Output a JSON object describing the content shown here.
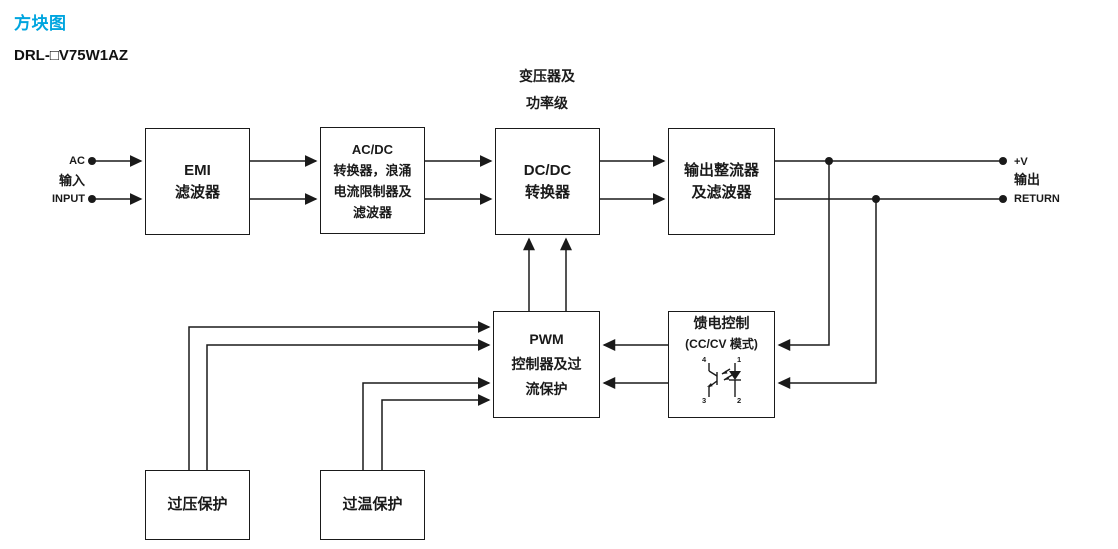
{
  "header": {
    "section_title": "方块图",
    "model": "DRL-□V75W1AZ"
  },
  "colors": {
    "accent": "#00A5DF",
    "ink": "#1A1A1A"
  },
  "labels": {
    "transformer_note": [
      "变压器及",
      "功率级"
    ],
    "input": {
      "top": "AC",
      "mid": "输入",
      "bottom": "INPUT"
    },
    "output": {
      "top": "+V",
      "mid": "输出",
      "bottom": "RETURN"
    }
  },
  "blocks": {
    "emi": [
      "EMI",
      "滤波器"
    ],
    "acdc": [
      "AC/DC",
      "转换器，浪涌",
      "电流限制器及",
      "滤波器"
    ],
    "dcdc": [
      "DC/DC",
      "转换器"
    ],
    "rectifier": [
      "输出整流器",
      "及滤波器"
    ],
    "pwm": [
      "PWM",
      "控制器及过",
      "流保护"
    ],
    "feedback": {
      "title": "馈电控制",
      "subtitle": "(CC/CV 模式)",
      "pins": [
        "4",
        "1",
        "3",
        "2"
      ]
    },
    "ovp": "过压保护",
    "otp": "过温保护"
  }
}
